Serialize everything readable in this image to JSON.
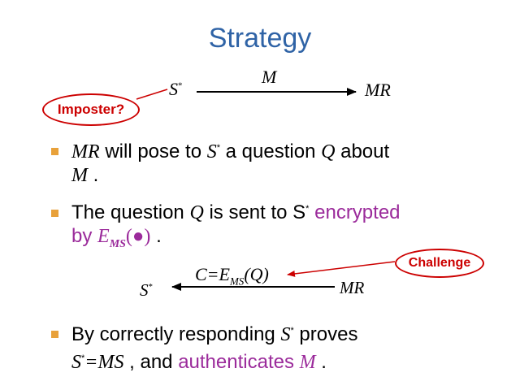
{
  "slide": {
    "title": "Strategy"
  },
  "diagram1": {
    "sender": "S",
    "sender_sup": "*",
    "message": "M",
    "receiver": "MR",
    "callout": "Imposter?"
  },
  "bullets": {
    "b1": {
      "mr": "MR",
      "t1": " will pose to ",
      "s": "S",
      "sup": "*",
      "t2": " a question ",
      "q": "Q",
      "t3": " about",
      "m": "M",
      "end": " ."
    },
    "b2": {
      "t1": "The question ",
      "q": "Q",
      "t2": " is sent to S",
      "sup": "*",
      "enc": " encrypted",
      "by": "by ",
      "e": "E",
      "ms": "MS",
      "paren": "(●)",
      "end": " ."
    },
    "b3": {
      "t1": "By correctly responding ",
      "s": "S",
      "sup": "*",
      "t2": " proves",
      "s2": "S",
      "sup2": "*",
      "eq": "=MS",
      "t3": " ,  and ",
      "auth": "authenticates ",
      "m": "M",
      "end": " ."
    }
  },
  "diagram2": {
    "c": "C=E",
    "ms": "MS",
    "q": "(Q)",
    "receiver": "MR",
    "sender": "S",
    "sender_sup": "*",
    "callout": "Challenge"
  },
  "colors": {
    "title": "#2f63a6",
    "bullet": "#e8a13a",
    "accent_text": "#9b2b9b",
    "callout": "#cc0000"
  }
}
